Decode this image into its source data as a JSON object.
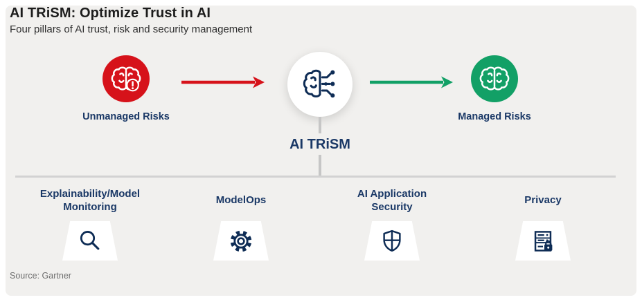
{
  "header": {
    "title": "AI TRiSM: Optimize Trust in AI",
    "subtitle": "Four pillars of AI trust, risk and security management"
  },
  "flow": {
    "unmanaged": {
      "label": "Unmanaged Risks",
      "icon": "brain-alert-icon"
    },
    "center": {
      "label": "AI TRiSM",
      "icon": "brain-circuit-icon"
    },
    "managed": {
      "label": "Managed Risks",
      "icon": "brain-icon"
    }
  },
  "pillars": [
    {
      "label": "Explainability/Model Monitoring",
      "icon": "magnifier-icon"
    },
    {
      "label": "ModelOps",
      "icon": "gear-icon"
    },
    {
      "label": "AI Application Security",
      "icon": "shield-icon"
    },
    {
      "label": "Privacy",
      "icon": "privacy-lock-icon"
    }
  ],
  "source": "Source: Gartner",
  "colors": {
    "red": "#D6121A",
    "green": "#12A066",
    "navyIcon": "#0E2C55",
    "navyText": "#1A3866",
    "cardBg": "#F1F0EE"
  }
}
